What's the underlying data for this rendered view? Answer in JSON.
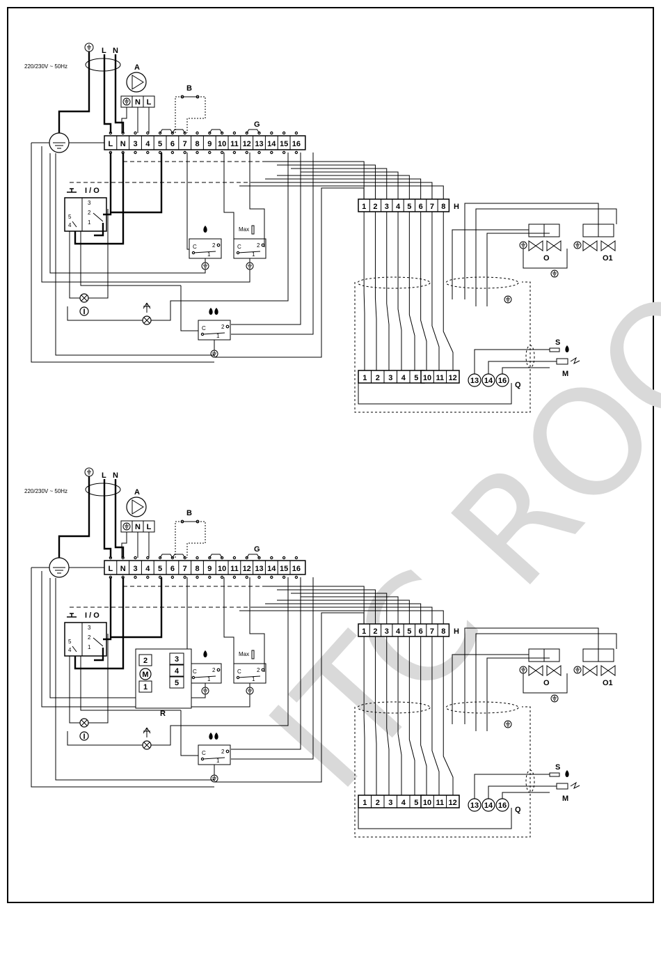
{
  "watermark": "ITC ROO",
  "diagram_top": {
    "supply": "220/230V ~ 50Hz",
    "line_label": "L",
    "neutral_label": "N",
    "pump_label": "A",
    "pump_terminals": [
      "N",
      "L"
    ],
    "bridge_label": "B",
    "terminal_block_label": "G",
    "main_terminals": [
      "L",
      "N",
      "3",
      "4",
      "5",
      "6",
      "7",
      "8",
      "9",
      "10",
      "11",
      "12",
      "13",
      "14",
      "15",
      "16"
    ],
    "harness_label": "H",
    "harness_terminals": [
      "1",
      "2",
      "3",
      "4",
      "5",
      "6",
      "7",
      "8"
    ],
    "switch_label": "I / O",
    "switch_contacts": [
      "3",
      "2",
      "1",
      "5",
      "4"
    ],
    "thermostat_contacts": [
      "C",
      "2",
      "1"
    ],
    "max_label": "Max",
    "valve_labels": [
      "O",
      "O1"
    ],
    "sensor_label": "S",
    "electrode_label": "M",
    "control_box_label": "Q",
    "control_terminals": [
      "1",
      "2",
      "3",
      "4",
      "5",
      "10",
      "11",
      "12"
    ],
    "control_circles": [
      "13",
      "14",
      "16"
    ],
    "lamp_label": "I"
  },
  "diagram_bottom": {
    "supply": "220/230V ~ 50Hz",
    "line_label": "L",
    "neutral_label": "N",
    "pump_label": "A",
    "pump_terminals": [
      "N",
      "L"
    ],
    "bridge_label": "B",
    "terminal_block_label": "G",
    "main_terminals": [
      "L",
      "N",
      "3",
      "4",
      "5",
      "6",
      "7",
      "8",
      "9",
      "10",
      "11",
      "12",
      "13",
      "14",
      "15",
      "16"
    ],
    "harness_label": "H",
    "harness_terminals": [
      "1",
      "2",
      "3",
      "4",
      "5",
      "6",
      "7",
      "8"
    ],
    "switch_label": "I / O",
    "switch_contacts": [
      "3",
      "2",
      "1",
      "5",
      "4"
    ],
    "thermostat_contacts": [
      "C",
      "2",
      "1"
    ],
    "max_label": "Max",
    "valve_labels": [
      "O",
      "O1"
    ],
    "sensor_label": "S",
    "electrode_label": "M",
    "control_box_label": "Q",
    "control_terminals": [
      "1",
      "2",
      "3",
      "4",
      "5",
      "10",
      "11",
      "12"
    ],
    "control_circles": [
      "13",
      "14",
      "16"
    ],
    "lamp_label": "I",
    "motor_box_label": "R",
    "motor_terminals": [
      "2",
      "M",
      "1",
      "3",
      "4",
      "5"
    ]
  }
}
